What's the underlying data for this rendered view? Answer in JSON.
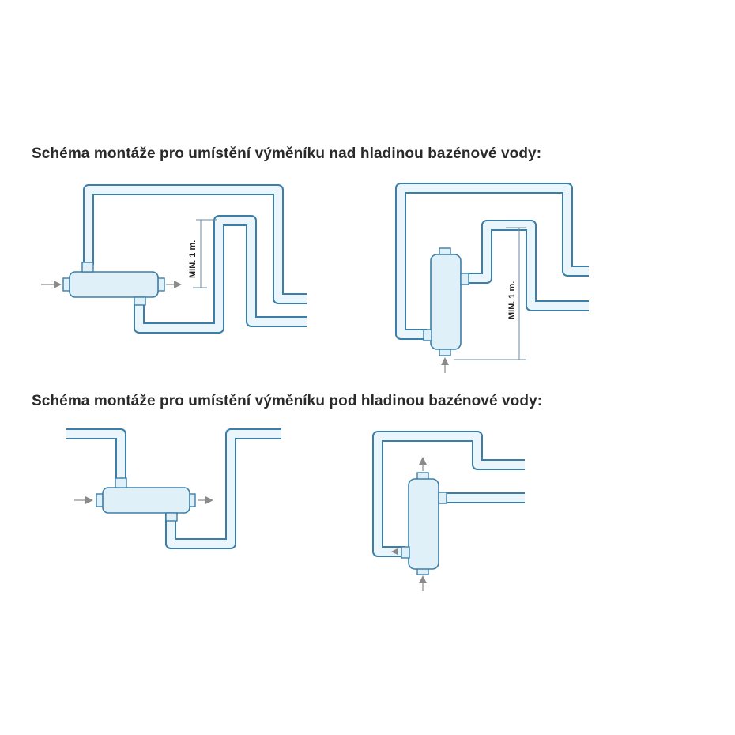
{
  "headings": {
    "above": "Schéma montáže pro umístění výměníku nad hladinou bazénové vody:",
    "below": "Schéma montáže pro umístění výměníku pod hladinou bazénové vody:"
  },
  "dimension_label": "MIN. 1 m.",
  "colors": {
    "pipe_outline": "#3b7ea8",
    "pipe_fill": "#eaf6fb",
    "arrow": "#8a8a8a",
    "text": "#2a2a2a"
  }
}
